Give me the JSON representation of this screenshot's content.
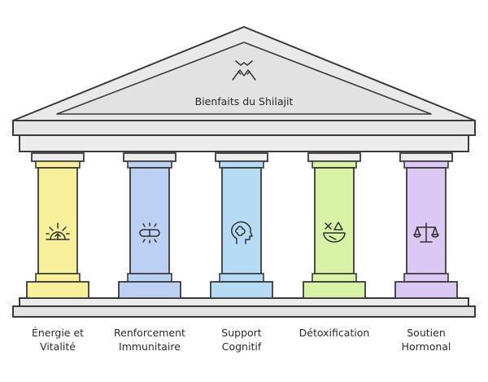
{
  "diagram": {
    "title": "Bienfaits du Shilajit",
    "roof_icon": "mountain-face-icon",
    "pillars": [
      {
        "line1": "Énergie et",
        "line2": "Vitalité",
        "color": "#f7ef9a",
        "icon": "sun-rising-icon"
      },
      {
        "line1": "Renforcement",
        "line2": "Immunitaire",
        "color": "#bcd0f4",
        "icon": "capsule-pill-icon"
      },
      {
        "line1": "Support",
        "line2": "Cognitif",
        "color": "#b6dcf5",
        "icon": "head-brain-icon"
      },
      {
        "line1": "Détoxification",
        "line2": "",
        "color": "#d8f2a6",
        "icon": "bowl-shapes-icon"
      },
      {
        "line1": "Soutien",
        "line2": "Hormonal",
        "color": "#dcc8f4",
        "icon": "balance-scale-icon"
      }
    ]
  }
}
